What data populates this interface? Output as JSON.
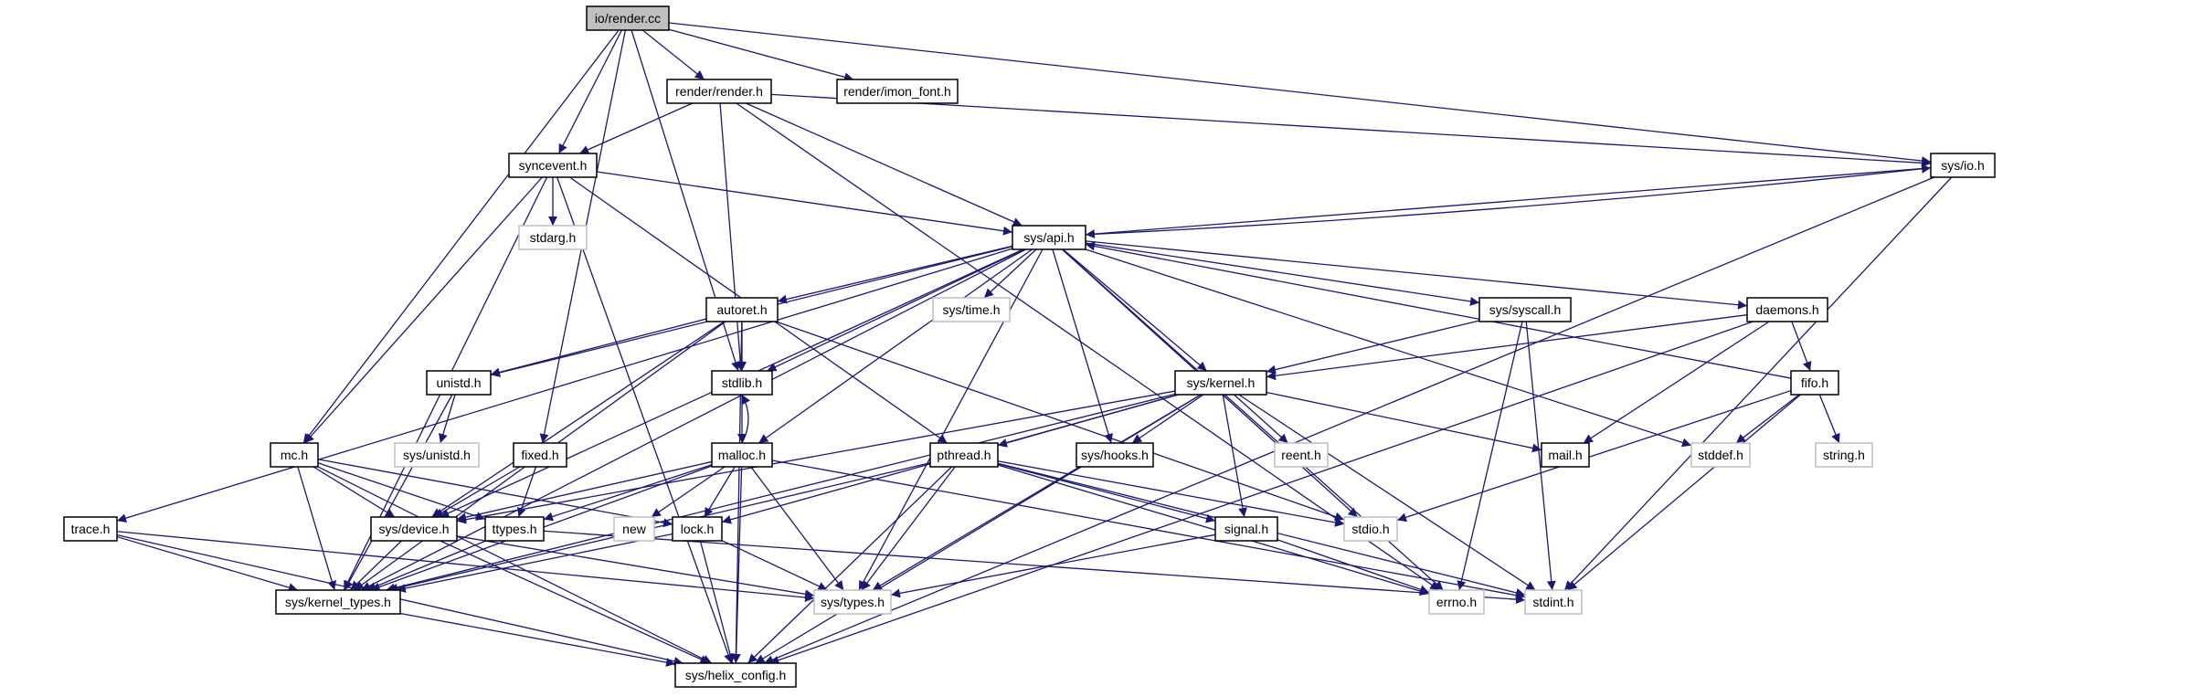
{
  "colors": {
    "edge": "#191970",
    "node_border": "#000000",
    "missing_border": "#bfbfbf",
    "root_fill": "#bfbfbf",
    "node_fill": "#ffffff"
  },
  "nodes": [
    {
      "id": "io_render_cc",
      "label": "io/render.cc",
      "kind": "root"
    },
    {
      "id": "render_render_h",
      "label": "render/render.h",
      "kind": "normal"
    },
    {
      "id": "render_imon_font_h",
      "label": "render/imon_font.h",
      "kind": "normal"
    },
    {
      "id": "syncevent_h",
      "label": "syncevent.h",
      "kind": "normal"
    },
    {
      "id": "sys_io_h",
      "label": "sys/io.h",
      "kind": "normal"
    },
    {
      "id": "stdarg_h",
      "label": "stdarg.h",
      "kind": "missing"
    },
    {
      "id": "sys_api_h",
      "label": "sys/api.h",
      "kind": "normal"
    },
    {
      "id": "autoret_h",
      "label": "autoret.h",
      "kind": "normal"
    },
    {
      "id": "sys_time_h",
      "label": "sys/time.h",
      "kind": "missing"
    },
    {
      "id": "sys_syscall_h",
      "label": "sys/syscall.h",
      "kind": "normal"
    },
    {
      "id": "daemons_h",
      "label": "daemons.h",
      "kind": "normal"
    },
    {
      "id": "unistd_h",
      "label": "unistd.h",
      "kind": "normal"
    },
    {
      "id": "stdlib_h",
      "label": "stdlib.h",
      "kind": "normal"
    },
    {
      "id": "sys_kernel_h",
      "label": "sys/kernel.h",
      "kind": "normal"
    },
    {
      "id": "fifo_h",
      "label": "fifo.h",
      "kind": "normal"
    },
    {
      "id": "sys_unistd_h",
      "label": "sys/unistd.h",
      "kind": "missing"
    },
    {
      "id": "mc_h",
      "label": "mc.h",
      "kind": "normal"
    },
    {
      "id": "fixed_h",
      "label": "fixed.h",
      "kind": "normal"
    },
    {
      "id": "malloc_h",
      "label": "malloc.h",
      "kind": "normal"
    },
    {
      "id": "pthread_h",
      "label": "pthread.h",
      "kind": "normal"
    },
    {
      "id": "sys_hooks_h",
      "label": "sys/hooks.h",
      "kind": "normal"
    },
    {
      "id": "reent_h",
      "label": "reent.h",
      "kind": "missing"
    },
    {
      "id": "mail_h",
      "label": "mail.h",
      "kind": "normal"
    },
    {
      "id": "stddef_h",
      "label": "stddef.h",
      "kind": "missing"
    },
    {
      "id": "string_h",
      "label": "string.h",
      "kind": "missing"
    },
    {
      "id": "trace_h",
      "label": "trace.h",
      "kind": "normal"
    },
    {
      "id": "sys_device_h",
      "label": "sys/device.h",
      "kind": "normal"
    },
    {
      "id": "ttypes_h",
      "label": "ttypes.h",
      "kind": "normal"
    },
    {
      "id": "new",
      "label": "new",
      "kind": "missing"
    },
    {
      "id": "lock_h",
      "label": "lock.h",
      "kind": "normal"
    },
    {
      "id": "signal_h",
      "label": "signal.h",
      "kind": "normal"
    },
    {
      "id": "stdio_h",
      "label": "stdio.h",
      "kind": "missing"
    },
    {
      "id": "sys_kernel_types_h",
      "label": "sys/kernel_types.h",
      "kind": "normal"
    },
    {
      "id": "sys_types_h",
      "label": "sys/types.h",
      "kind": "missing"
    },
    {
      "id": "errno_h",
      "label": "errno.h",
      "kind": "missing"
    },
    {
      "id": "stdint_h",
      "label": "stdint.h",
      "kind": "missing"
    },
    {
      "id": "sys_helix_config_h",
      "label": "sys/helix_config.h",
      "kind": "normal"
    }
  ],
  "edges": [
    [
      "io_render_cc",
      "render_render_h"
    ],
    [
      "io_render_cc",
      "render_imon_font_h"
    ],
    [
      "io_render_cc",
      "syncevent_h"
    ],
    [
      "io_render_cc",
      "sys_io_h"
    ],
    [
      "io_render_cc",
      "stdlib_h"
    ],
    [
      "io_render_cc",
      "mc_h"
    ],
    [
      "io_render_cc",
      "fixed_h"
    ],
    [
      "render_render_h",
      "syncevent_h"
    ],
    [
      "render_render_h",
      "sys_api_h"
    ],
    [
      "render_render_h",
      "sys_io_h"
    ],
    [
      "render_render_h",
      "stdlib_h"
    ],
    [
      "render_render_h",
      "errno_h"
    ],
    [
      "syncevent_h",
      "stdarg_h"
    ],
    [
      "syncevent_h",
      "sys_api_h"
    ],
    [
      "syncevent_h",
      "mc_h"
    ],
    [
      "syncevent_h",
      "pthread_h"
    ],
    [
      "syncevent_h",
      "sys_kernel_types_h"
    ],
    [
      "syncevent_h",
      "sys_helix_config_h"
    ],
    [
      "sys_io_h",
      "sys_api_h"
    ],
    [
      "sys_io_h",
      "stdint_h"
    ],
    [
      "sys_io_h",
      "sys_helix_config_h"
    ],
    [
      "sys_api_h",
      "sys_io_h"
    ],
    [
      "sys_api_h",
      "autoret_h"
    ],
    [
      "sys_api_h",
      "sys_time_h"
    ],
    [
      "sys_api_h",
      "sys_syscall_h"
    ],
    [
      "sys_api_h",
      "daemons_h"
    ],
    [
      "sys_api_h",
      "unistd_h"
    ],
    [
      "sys_api_h",
      "stdlib_h"
    ],
    [
      "sys_api_h",
      "sys_kernel_h"
    ],
    [
      "sys_api_h",
      "malloc_h"
    ],
    [
      "sys_api_h",
      "sys_hooks_h"
    ],
    [
      "sys_api_h",
      "stddef_h"
    ],
    [
      "sys_api_h",
      "trace_h"
    ],
    [
      "sys_api_h",
      "sys_device_h"
    ],
    [
      "sys_api_h",
      "sys_kernel_types_h"
    ],
    [
      "sys_api_h",
      "sys_types_h"
    ],
    [
      "sys_api_h",
      "stdio_h"
    ],
    [
      "sys_api_h",
      "errno_h"
    ],
    [
      "autoret_h",
      "unistd_h"
    ],
    [
      "autoret_h",
      "stdlib_h"
    ],
    [
      "autoret_h",
      "sys_device_h"
    ],
    [
      "autoret_h",
      "stdio_h"
    ],
    [
      "autoret_h",
      "sys_kernel_types_h"
    ],
    [
      "autoret_h",
      "sys_helix_config_h"
    ],
    [
      "sys_syscall_h",
      "sys_kernel_h"
    ],
    [
      "sys_syscall_h",
      "errno_h"
    ],
    [
      "sys_syscall_h",
      "stdint_h"
    ],
    [
      "daemons_h",
      "sys_kernel_h"
    ],
    [
      "daemons_h",
      "fifo_h"
    ],
    [
      "daemons_h",
      "mail_h"
    ],
    [
      "daemons_h",
      "sys_helix_config_h"
    ],
    [
      "unistd_h",
      "sys_unistd_h"
    ],
    [
      "unistd_h",
      "sys_kernel_types_h"
    ],
    [
      "stdlib_h",
      "malloc_h"
    ],
    [
      "sys_kernel_h",
      "sys_hooks_h"
    ],
    [
      "sys_kernel_h",
      "reent_h"
    ],
    [
      "sys_kernel_h",
      "mail_h"
    ],
    [
      "sys_kernel_h",
      "pthread_h"
    ],
    [
      "sys_kernel_h",
      "signal_h"
    ],
    [
      "sys_kernel_h",
      "lock_h"
    ],
    [
      "sys_kernel_h",
      "sys_device_h"
    ],
    [
      "sys_kernel_h",
      "sys_kernel_types_h"
    ],
    [
      "sys_kernel_h",
      "sys_types_h"
    ],
    [
      "sys_kernel_h",
      "stdint_h"
    ],
    [
      "sys_kernel_h",
      "sys_helix_config_h"
    ],
    [
      "fifo_h",
      "sys_api_h"
    ],
    [
      "fifo_h",
      "stddef_h"
    ],
    [
      "fifo_h",
      "string_h"
    ],
    [
      "fifo_h",
      "stdio_h"
    ],
    [
      "fifo_h",
      "stdint_h"
    ],
    [
      "mc_h",
      "sys_device_h"
    ],
    [
      "mc_h",
      "ttypes_h"
    ],
    [
      "mc_h",
      "sys_kernel_types_h"
    ],
    [
      "mc_h",
      "lock_h"
    ],
    [
      "mc_h",
      "sys_helix_config_h"
    ],
    [
      "fixed_h",
      "sys_device_h"
    ],
    [
      "fixed_h",
      "ttypes_h"
    ],
    [
      "malloc_h",
      "stdlib_h"
    ],
    [
      "malloc_h",
      "new"
    ],
    [
      "malloc_h",
      "lock_h"
    ],
    [
      "malloc_h",
      "ttypes_h"
    ],
    [
      "malloc_h",
      "sys_device_h"
    ],
    [
      "malloc_h",
      "sys_kernel_types_h"
    ],
    [
      "malloc_h",
      "sys_types_h"
    ],
    [
      "malloc_h",
      "stdint_h"
    ],
    [
      "malloc_h",
      "sys_helix_config_h"
    ],
    [
      "pthread_h",
      "signal_h"
    ],
    [
      "pthread_h",
      "sys_kernel_types_h"
    ],
    [
      "pthread_h",
      "sys_types_h"
    ],
    [
      "pthread_h",
      "stdio_h"
    ],
    [
      "pthread_h",
      "errno_h"
    ],
    [
      "pthread_h",
      "stdint_h"
    ],
    [
      "pthread_h",
      "sys_helix_config_h"
    ],
    [
      "trace_h",
      "sys_kernel_types_h"
    ],
    [
      "trace_h",
      "sys_types_h"
    ],
    [
      "trace_h",
      "sys_helix_config_h"
    ],
    [
      "sys_device_h",
      "sys_kernel_types_h"
    ],
    [
      "sys_device_h",
      "sys_types_h"
    ],
    [
      "sys_device_h",
      "sys_helix_config_h"
    ],
    [
      "ttypes_h",
      "sys_kernel_types_h"
    ],
    [
      "ttypes_h",
      "stdint_h"
    ],
    [
      "lock_h",
      "sys_kernel_types_h"
    ],
    [
      "lock_h",
      "sys_types_h"
    ],
    [
      "lock_h",
      "sys_helix_config_h"
    ],
    [
      "signal_h",
      "sys_types_h"
    ],
    [
      "signal_h",
      "errno_h"
    ],
    [
      "sys_kernel_types_h",
      "sys_helix_config_h"
    ]
  ]
}
